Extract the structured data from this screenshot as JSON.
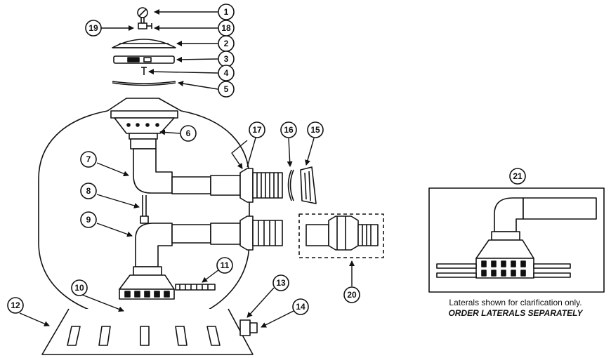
{
  "callouts": [
    "1",
    "2",
    "3",
    "4",
    "5",
    "6",
    "7",
    "8",
    "9",
    "10",
    "11",
    "12",
    "13",
    "14",
    "15",
    "16",
    "17",
    "18",
    "19",
    "20",
    "21"
  ],
  "notes": {
    "line1": "Laterals shown for clarification only.",
    "line2": "ORDER LATERALS SEPARATELY"
  }
}
